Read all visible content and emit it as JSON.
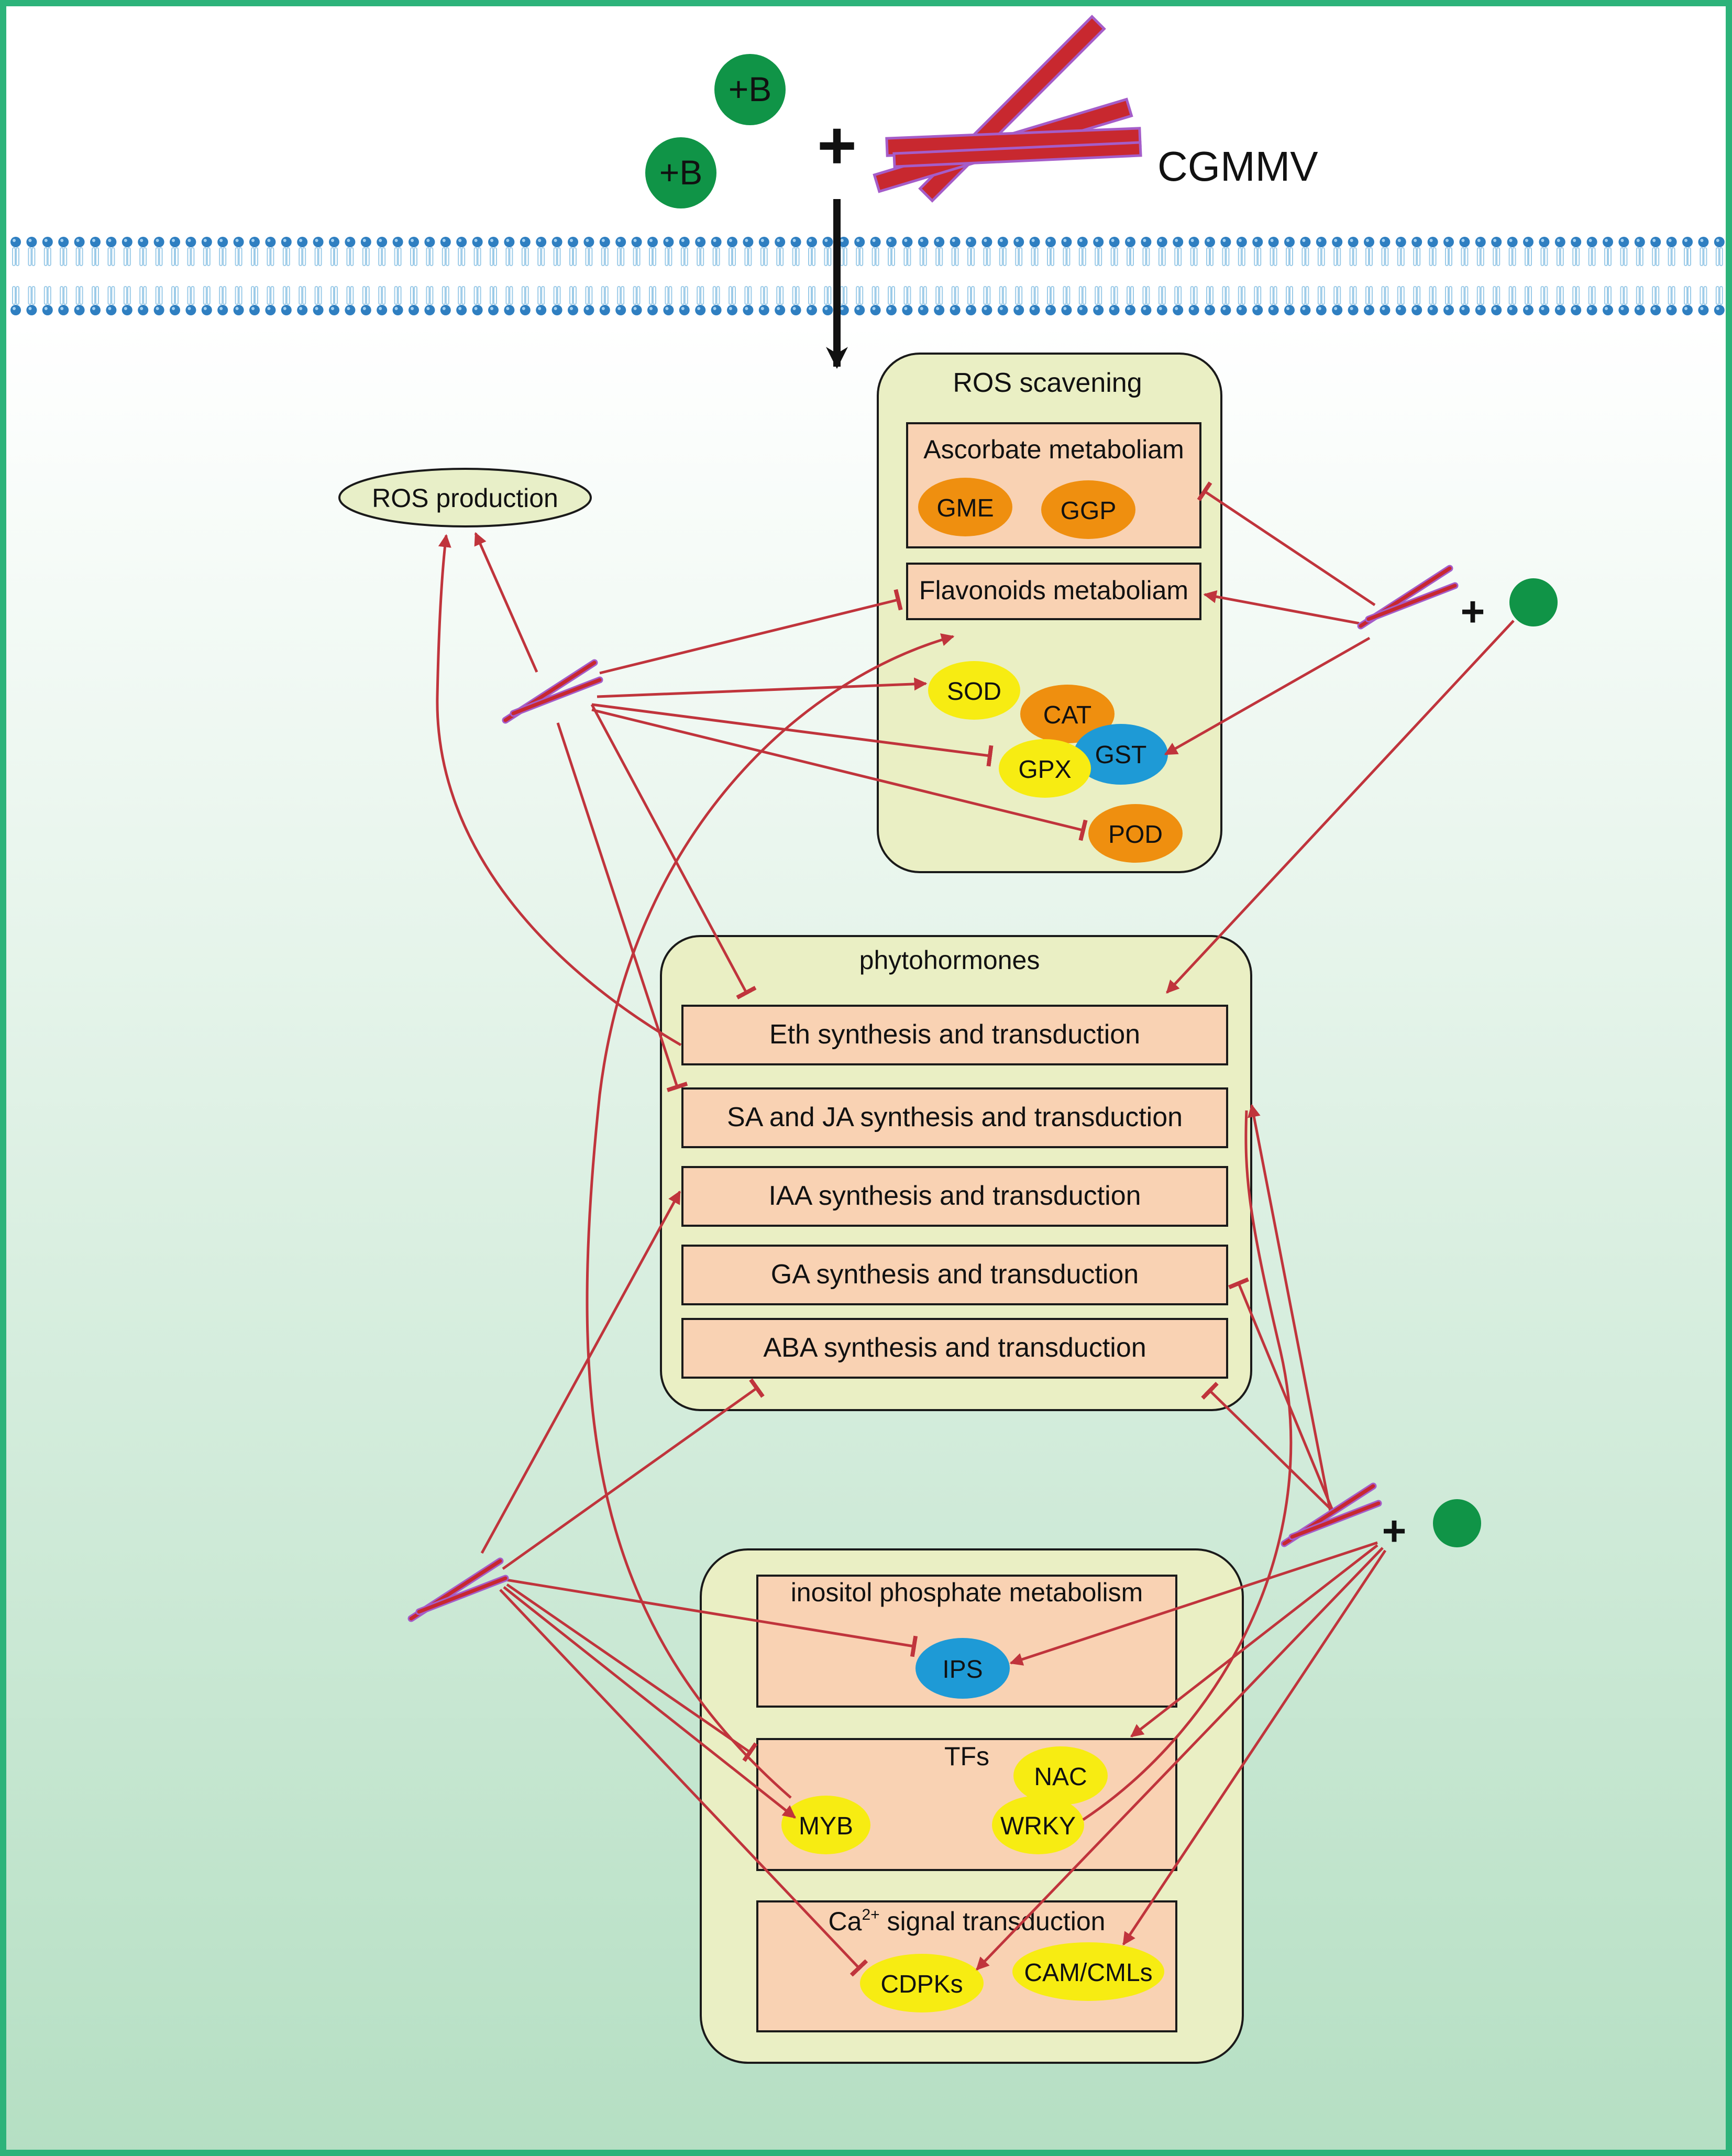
{
  "top": {
    "boron_label": "+B",
    "plus_sign": "+",
    "virus_label": "CGMMV"
  },
  "ros_scavenging": {
    "title": "ROS scavening",
    "ascorbate": {
      "title": "Ascorbate metaboliam",
      "genes": [
        "GME",
        "GGP"
      ]
    },
    "flavonoids": {
      "title": "Flavonoids metaboliam"
    },
    "enzymes": [
      "SOD",
      "CAT",
      "GST",
      "GPX",
      "POD"
    ]
  },
  "ros_production": {
    "label": "ROS production"
  },
  "phytohormones": {
    "title": "phytohormones",
    "items": [
      "Eth  synthesis and transduction",
      "SA and JA  synthesis and transduction",
      "IAA  synthesis and transduction",
      "GA  synthesis and transduction",
      "ABA  synthesis and transduction"
    ]
  },
  "signaling": {
    "inositol": {
      "title": "inositol phosphate metabolism",
      "gene": "IPS"
    },
    "tfs": {
      "title": "TFs",
      "genes": [
        "NAC",
        "WRKY",
        "MYB"
      ]
    },
    "calcium": {
      "title_pre": "Ca",
      "title_sup": "2+",
      "title_post": " signal transduction",
      "genes": [
        "CDPKs",
        "CAM/CMLs"
      ]
    }
  },
  "complex_plus": "+",
  "colors": {
    "border": "#2db37a",
    "membrane_head": "#2f7fc1",
    "membrane_tail": "#9ccbe8",
    "virus_fill": "#c8282f",
    "virus_edge": "#a55dc9",
    "boron": "#109447",
    "arrow": "#c0343c",
    "panel": "#eaefc4",
    "box": "#f9d2b3",
    "orange": "#ef8f0f",
    "yellow": "#f7ec12",
    "blue": "#1e9ad6",
    "ros_prod": "#e8efc8"
  }
}
